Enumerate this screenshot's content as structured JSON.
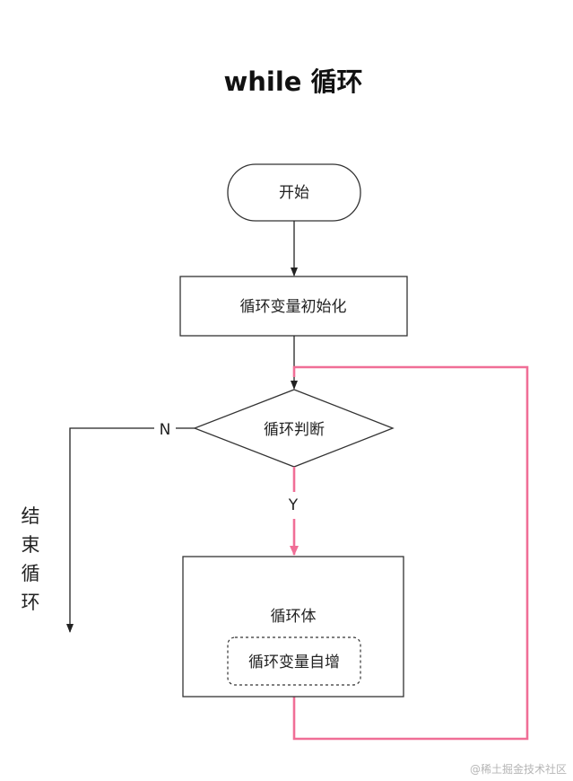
{
  "title": "while 循环",
  "nodes": {
    "start": "开始",
    "init": "循环变量初始化",
    "condition": "循环判断",
    "body": "循环体",
    "increment": "循环变量自增"
  },
  "edges": {
    "no_label": "N",
    "yes_label": "Y"
  },
  "side_label": [
    "结",
    "束",
    "循",
    "环"
  ],
  "watermark": "@稀土掘金技术社区",
  "colors": {
    "loop_highlight": "#f06e96",
    "line": "#333333"
  }
}
